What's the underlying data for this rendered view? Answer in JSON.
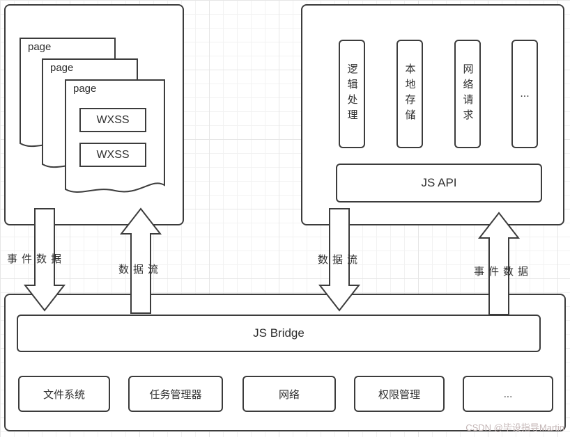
{
  "diagram": {
    "view_panel": {
      "pages": [
        {
          "label": "page"
        },
        {
          "label": "page"
        },
        {
          "label": "page"
        }
      ],
      "wxss": [
        "WXSS",
        "WXSS"
      ]
    },
    "logic_panel": {
      "modules": [
        "逻辑处理",
        "本地存储",
        "网络请求",
        "..."
      ],
      "api": "JS API"
    },
    "bridge_panel": {
      "bridge": "JS Bridge",
      "modules": [
        "文件系统",
        "任务管理器",
        "网络",
        "权限管理",
        "..."
      ]
    },
    "arrows": [
      {
        "label": "事件数据",
        "direction": "down"
      },
      {
        "label": "数据流",
        "direction": "up"
      },
      {
        "label": "数据流",
        "direction": "down"
      },
      {
        "label": "事件数据",
        "direction": "up"
      }
    ],
    "watermark": "CSDN @毕设指导Martin",
    "colors": {
      "stroke": "#3c3c3c",
      "grid": "#ededed",
      "watermark": "#c4b6b6"
    }
  }
}
